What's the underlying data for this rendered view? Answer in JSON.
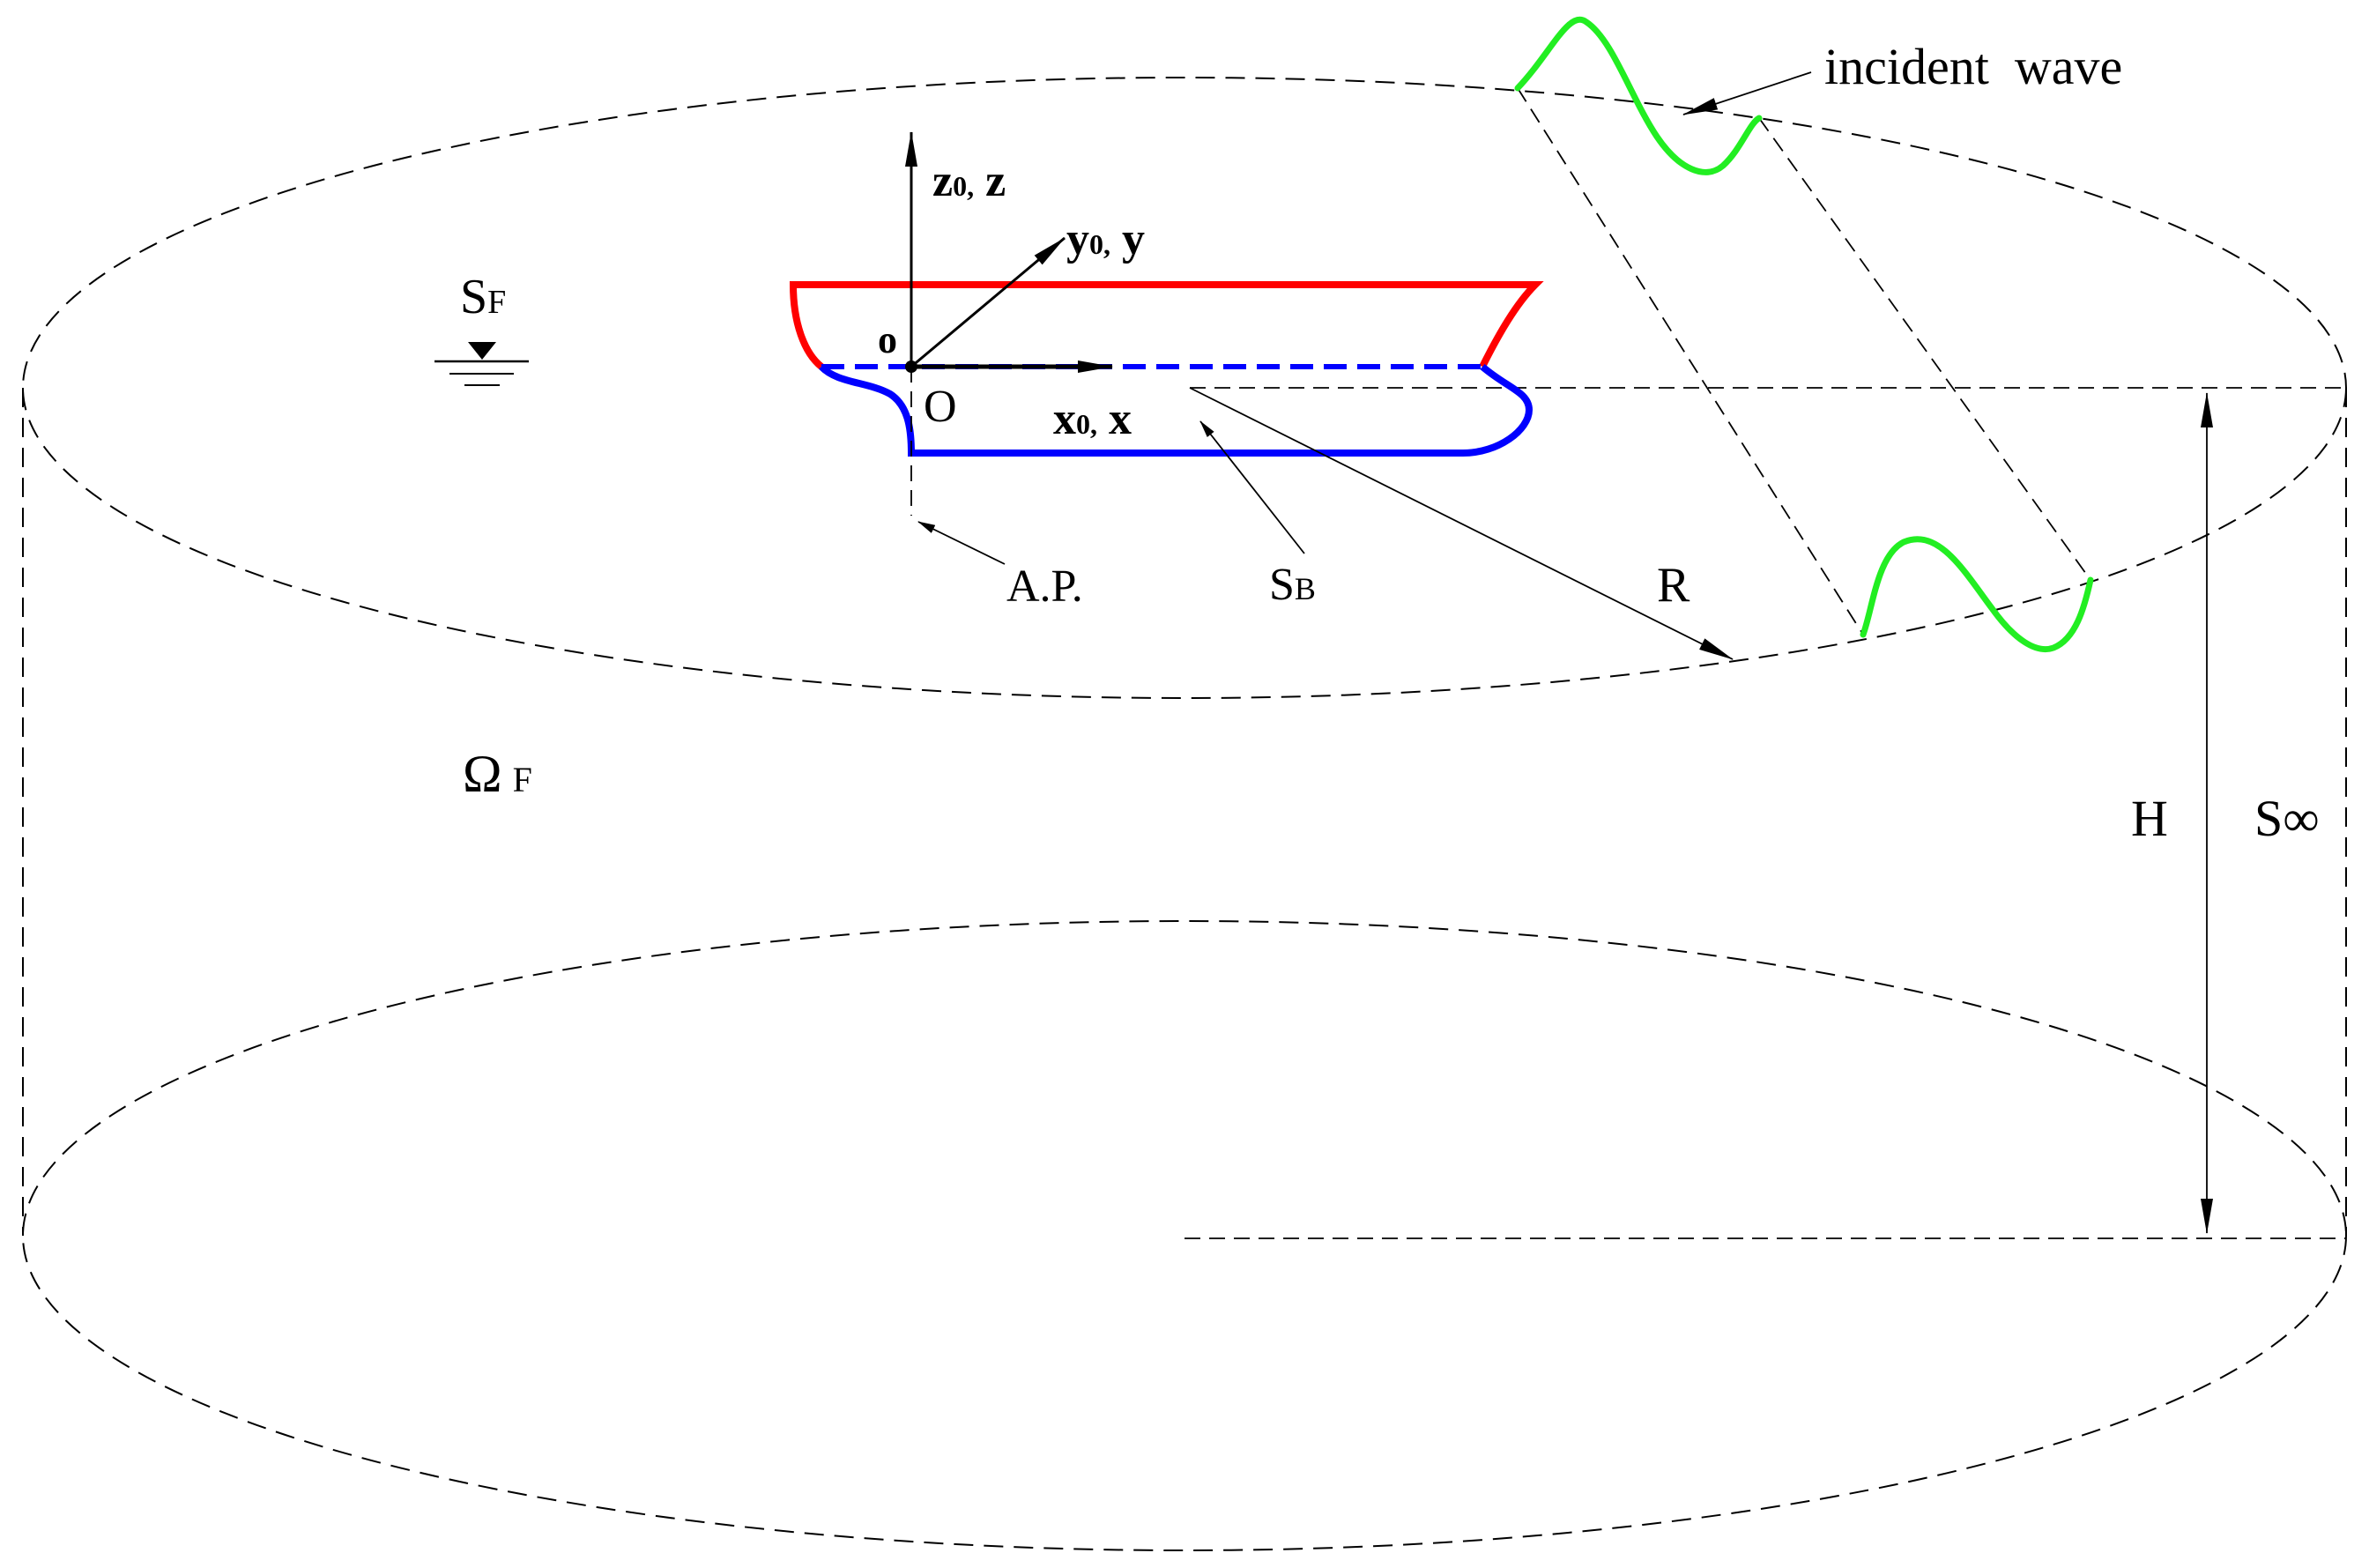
{
  "labels": {
    "sf_main": "S",
    "sf_sub": "F",
    "omega_main": "Ω",
    "omega_sub": "F",
    "z_axis_a": "z",
    "z_axis_sub": "0,",
    "z_axis_b": " z",
    "y_axis_a": "y",
    "y_axis_sub": "0,",
    "y_axis_b": " y",
    "x_axis_a": "x",
    "x_axis_sub": "0,",
    "x_axis_b": " x",
    "small_origin": "o",
    "big_origin": "O",
    "aft_perpendicular": "A.P.",
    "sb_main": "S",
    "sb_sub": "B",
    "radius": "R",
    "depth": "H",
    "s_inf": "S∞",
    "incident_wave": "incident  wave"
  },
  "colors": {
    "hull_above_water": "#ff0000",
    "hull_below_water": "#0000ff",
    "incident_wave": "#22ee22",
    "lines": "#000000"
  }
}
